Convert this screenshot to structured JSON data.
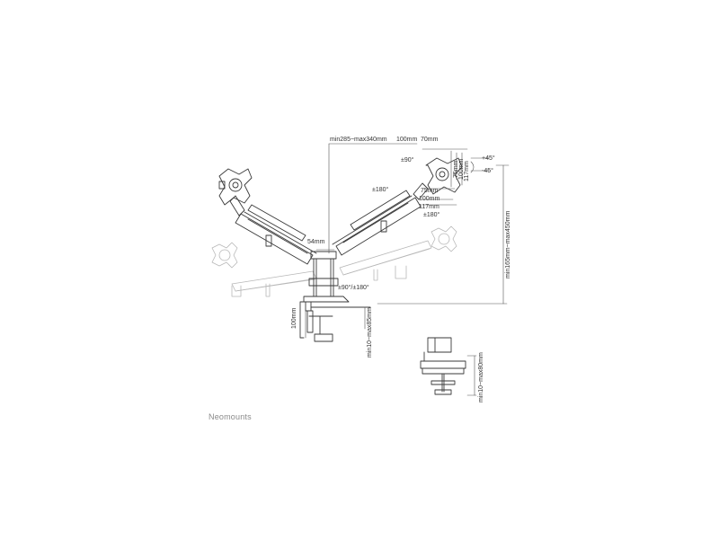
{
  "brand": "Neomounts",
  "dimensions": {
    "arm_reach": "min285~max340mm",
    "vesa_100": "100mm",
    "vesa_70": "70mm",
    "tilt_front": "±90°",
    "vesa_75_v": "75mm",
    "vesa_100_v": "100mm",
    "vesa_117_v": "117mm",
    "tilt_up": "+45°",
    "tilt_down": "-45°",
    "swivel_mid": "±180°",
    "vesa_75_h": "75mm",
    "vesa_100_h": "100mm",
    "vesa_117_h": "117mm",
    "swivel_lower": "±180°",
    "pole_width": "54mm",
    "base_rotation": "±90°/±180°",
    "height_range": "min165mm~max450mm",
    "clamp_depth": "100mm",
    "clamp_range": "min10~max85mm",
    "grommet_range": "min10~max80mm"
  }
}
